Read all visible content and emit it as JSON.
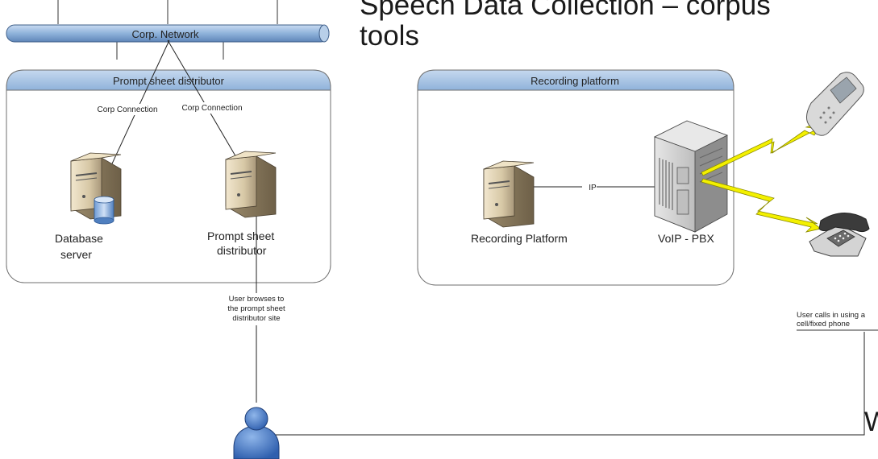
{
  "slide": {
    "title": "Speech Data Collection – corpus\ntools",
    "edge_fragment": "W"
  },
  "network": {
    "label": "Corp. Network"
  },
  "prompt_group": {
    "title": "Prompt sheet distributor",
    "connection_left": "Corp Connection",
    "connection_right": "Corp Connection",
    "database_label_line1": "Database",
    "database_label_line2": "server",
    "distributor_label_line1": "Prompt sheet",
    "distributor_label_line2": "distributor"
  },
  "recording_group": {
    "title": "Recording platform",
    "link_label": "IP",
    "recording_label": "Recording Platform",
    "pbx_label": "VoIP - PBX"
  },
  "user_notes": {
    "browse_line1": "User browses to",
    "browse_line2": "the prompt sheet",
    "browse_line3": "distributor site",
    "call_line1": "User calls in using a",
    "call_line2": "cell/fixed phone"
  },
  "icons": {
    "database": "database-server-icon",
    "distributor": "server-icon",
    "recorder": "server-icon",
    "pbx": "pbx-cabinet-icon",
    "mobile": "mobile-phone-icon",
    "desk": "desk-phone-icon",
    "user": "user-icon",
    "wireless": "lightning-bolt-icon"
  },
  "colors": {
    "group_header": "#9dbde0",
    "network_pipe": "#8fb2da",
    "lightning": "#f3f000",
    "user": "#3b6fc4"
  }
}
